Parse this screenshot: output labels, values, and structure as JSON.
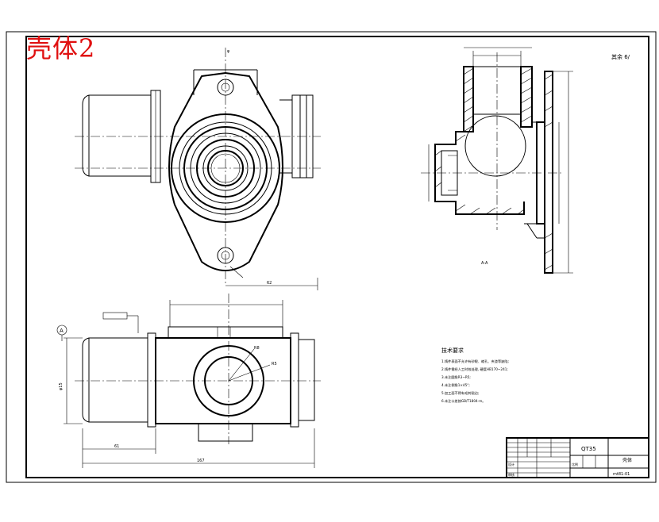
{
  "drawing": {
    "title": "壳体2",
    "top_right_note": "其余 6/",
    "tech_requirements": {
      "heading": "技术要求",
      "items": [
        "1.铸件表面不允许有砂眼、缩孔、夹渣等缺陷;",
        "2.铸件需经人工时效处理, 硬度HB170~241;",
        "3.未注圆角R3~R5;",
        "4.未注倒角1×45°;",
        "5.加工面不得有毛刺锐边;",
        "6.未注公差按GB/T1804-m。"
      ]
    },
    "title_block": {
      "material": "QT35",
      "part_name": "壳体",
      "drawing_no": "mt81-01",
      "scale_label": "比例",
      "design_label": "设计",
      "check_label": "审核"
    },
    "dimension_labels": {
      "top_view_center": "φ",
      "top_view_side": "62",
      "bottom_hole": "R8",
      "bottom_callout": "R5",
      "left_dim": "φ15",
      "overall_length": "167",
      "left_length": "61",
      "datum": "A",
      "section_label": "A-A"
    }
  }
}
